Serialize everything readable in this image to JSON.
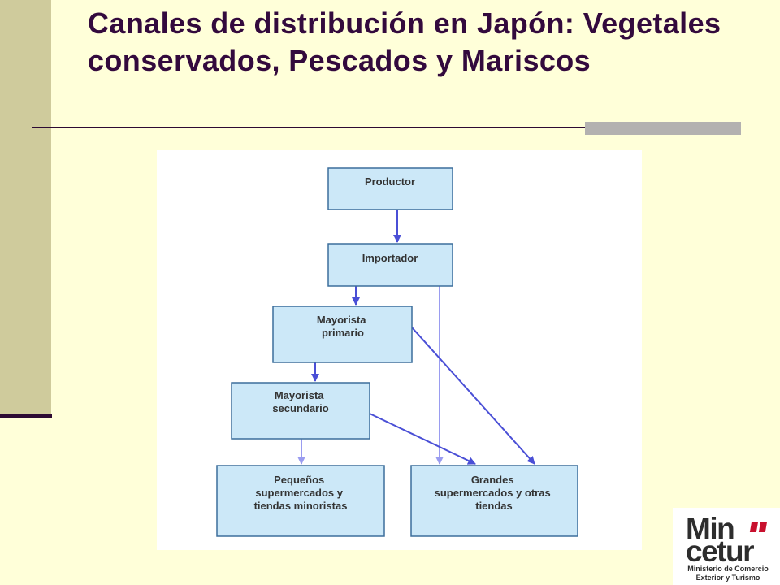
{
  "slide": {
    "title": "Canales de distribución en Japón: Vegetales conservados, Pescados y Mariscos"
  },
  "diagram": {
    "nodes": {
      "productor": {
        "lines": [
          "Productor"
        ]
      },
      "importador": {
        "lines": [
          "Importador"
        ]
      },
      "mayorista_primario": {
        "lines": [
          "Mayorista",
          "primario"
        ]
      },
      "mayorista_secundario": {
        "lines": [
          "Mayorista",
          "secundario"
        ]
      },
      "pequenos": {
        "lines": [
          "Pequeños",
          "supermercados y",
          "tiendas minoristas"
        ]
      },
      "grandes": {
        "lines": [
          "Grandes",
          "supermercados y otras",
          "tiendas"
        ]
      }
    },
    "edges": [
      {
        "from": "productor",
        "to": "importador"
      },
      {
        "from": "importador",
        "to": "mayorista_primario"
      },
      {
        "from": "importador",
        "to": "grandes"
      },
      {
        "from": "mayorista_primario",
        "to": "mayorista_secundario"
      },
      {
        "from": "mayorista_primario",
        "to": "grandes"
      },
      {
        "from": "mayorista_secundario",
        "to": "pequenos"
      },
      {
        "from": "mayorista_secundario",
        "to": "grandes"
      }
    ],
    "colors": {
      "node_fill": "#cce8f8",
      "node_border": "#3c6e9c",
      "arrow_primary": "#4a4fd6",
      "arrow_secondary": "#9a9cf0"
    }
  },
  "logo": {
    "word_1": "Min",
    "word_2": "cetur",
    "subtitle_line_1": "Ministerio de Comercio",
    "subtitle_line_2": "Exterior y Turismo",
    "accent_color": "#c8102e"
  }
}
